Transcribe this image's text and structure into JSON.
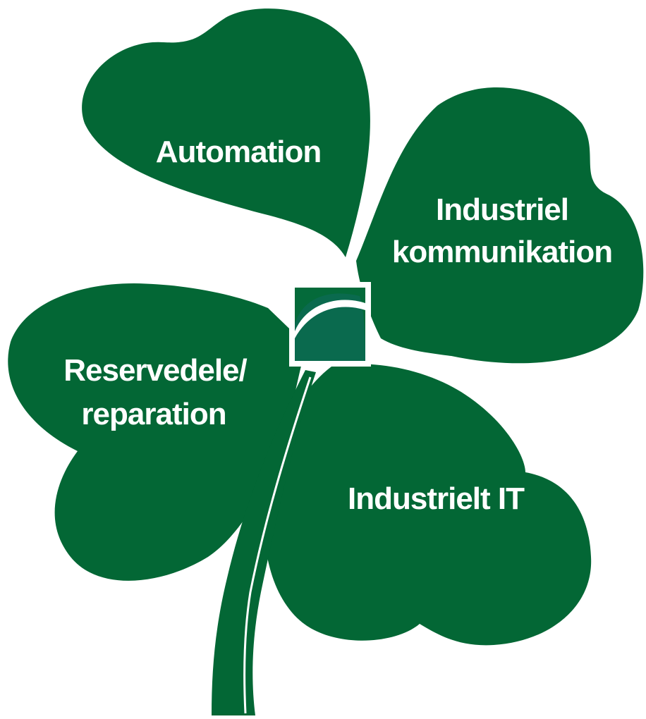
{
  "colors": {
    "leaf": "#036735",
    "label": "#ffffff",
    "logo_frame": "#ffffff",
    "logo_dark": "#046a3a",
    "logo_light": "#0a6a4e"
  },
  "leaves": {
    "top": {
      "line1": "Automation"
    },
    "right": {
      "line1": "Industriel",
      "line2": "kommunikation"
    },
    "left": {
      "line1": "Reservedele/",
      "line2": "reparation"
    },
    "bottom": {
      "line1": "Industrielt IT"
    }
  },
  "logo": {
    "icon": "arch-logo-icon"
  }
}
